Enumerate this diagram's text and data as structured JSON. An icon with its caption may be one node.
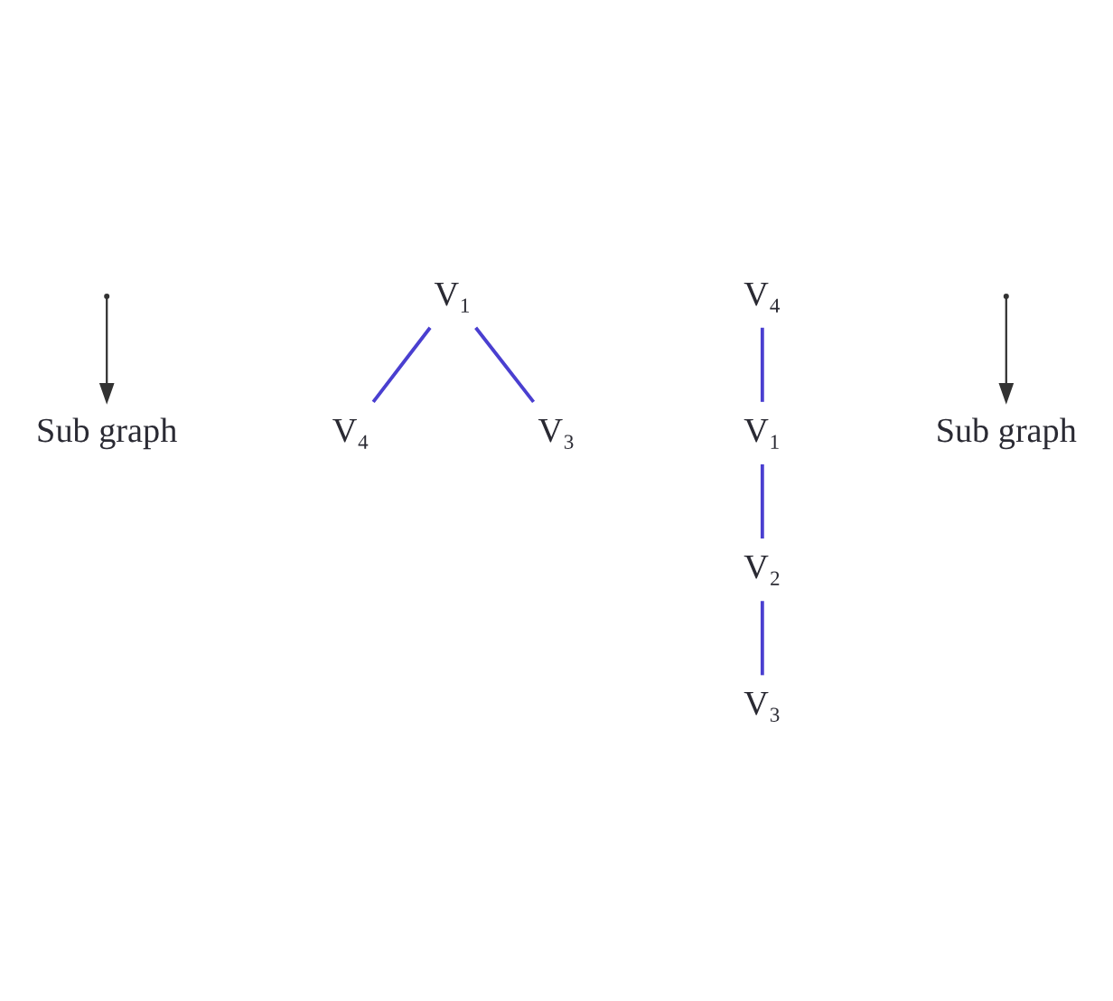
{
  "diagram": {
    "nodes": [
      {
        "text": [
          "Sub graph"
        ]
      },
      {
        "text": [
          "V₄"
        ]
      },
      {
        "text": [
          "V₃"
        ]
      },
      {
        "text": [
          "V₁"
        ]
      },
      {
        "text": [
          "V₄"
        ]
      },
      {
        "text": [
          "V₃"
        ]
      },
      {
        "text": [
          "V₁"
        ]
      },
      {
        "text": [
          "V₂"
        ]
      },
      {
        "text": [
          "Sub graph"
        ]
      }
    ],
    "edges": [
      {
        "from": 3,
        "to": 1,
        "arrow": "none"
      },
      {
        "from": 3,
        "to": 2,
        "arrow": "none"
      },
      {
        "from": 4,
        "to": 6,
        "arrow": "none"
      },
      {
        "from": 6,
        "to": 7,
        "arrow": "none"
      },
      {
        "from": 7,
        "to": 5,
        "arrow": "none"
      },
      {
        "from": null,
        "to": 0,
        "arrow": "to",
        "color": "#333333"
      },
      {
        "from": null,
        "to": 8,
        "arrow": "to",
        "color": "#333333"
      }
    ]
  }
}
